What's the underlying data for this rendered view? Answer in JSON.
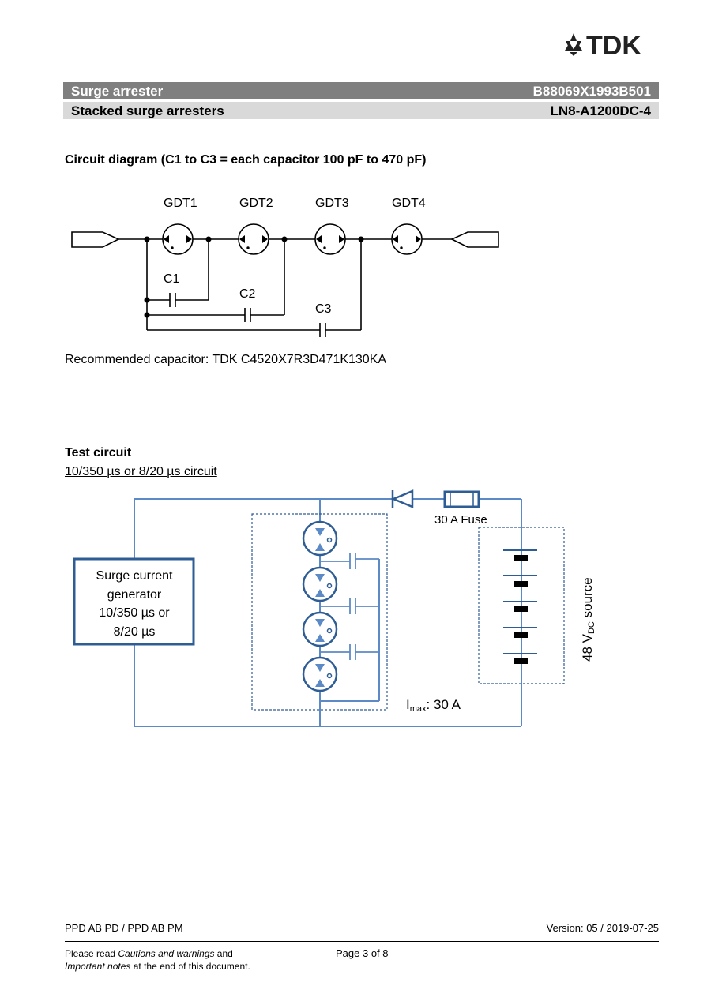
{
  "header": {
    "logo_text": "TDK",
    "product_type": "Surge arrester",
    "ordering_code": "B88069X1993B501",
    "product_name": "Stacked surge arresters",
    "type_code": "LN8-A1200DC-4"
  },
  "circuit_section": {
    "title": "Circuit diagram (C1 to C3 = each capacitor 100 pF to 470 pF)",
    "labels": {
      "gdt1": "GDT1",
      "gdt2": "GDT2",
      "gdt3": "GDT3",
      "gdt4": "GDT4",
      "c1": "C1",
      "c2": "C2",
      "c3": "C3"
    },
    "recommendation": "Recommended capacitor: TDK C4520X7R3D471K130KA"
  },
  "test_section": {
    "title": "Test circuit",
    "subtitle": "10/350 µs or 8/20 µs circuit",
    "generator_lines": [
      "Surge current",
      "generator",
      "10/350 µs or",
      "8/20 µs"
    ],
    "fuse_label": "30 A Fuse",
    "imax_main": "I",
    "imax_sub": "max",
    "imax_value": ": 30 A",
    "source_prefix": "48 V",
    "source_sub": "DC",
    "source_suffix": " source"
  },
  "footer": {
    "department": "PPD AB PD / PPD AB PM",
    "version": "Version: 05 / 2019-07-25",
    "note_1_pre": "Please read ",
    "note_1_em": "Cautions and warnings",
    "note_1_post": " and",
    "note_2_em": "Important notes",
    "note_2_post": " at the end of this document.",
    "page": "Page 3 of 8"
  },
  "colors": {
    "diagram_blue": "#2e5c95",
    "line_blue": "#5b8ac6",
    "header_grey": "#7f7f7f",
    "subheader_grey": "#d9d9d9"
  }
}
